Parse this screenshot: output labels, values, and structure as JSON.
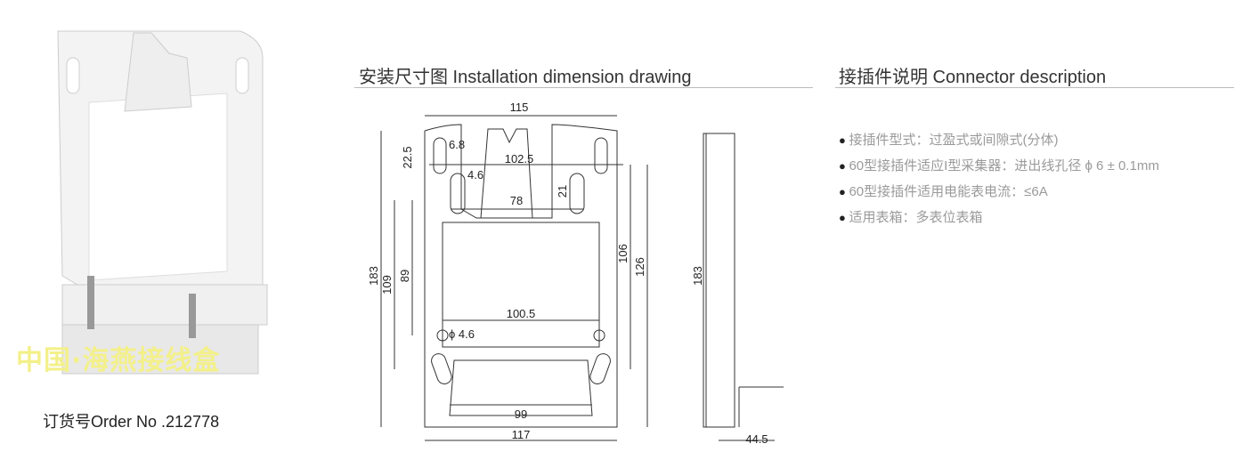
{
  "photo": {
    "watermark": "中国·海燕接线盒",
    "order_label": "订货号Order No .212778"
  },
  "install": {
    "title": "安装尺寸图 Installation dimension drawing",
    "dims": {
      "w115": "115",
      "d6_8": "6.8",
      "d22_5": "22.5",
      "d102_5": "102.5",
      "d4_6": "4.6",
      "d21": "21",
      "d78": "78",
      "d183": "183",
      "d109": "109",
      "d89": "89",
      "d106": "106",
      "d126": "126",
      "d100_5": "100.5",
      "phi4_6": "ϕ 4.6",
      "d99": "99",
      "d117": "117",
      "side183": "183",
      "d44_5": "44.5"
    }
  },
  "connector": {
    "title": "接插件说明 Connector description",
    "items": [
      "接插件型式：过盈式或间隙式(分体)",
      "60型接插件适应I型采集器：进出线孔径 ϕ 6 ± 0.1mm",
      "60型接插件适用电能表电流：≤6A",
      "适用表箱：多表位表箱"
    ]
  }
}
